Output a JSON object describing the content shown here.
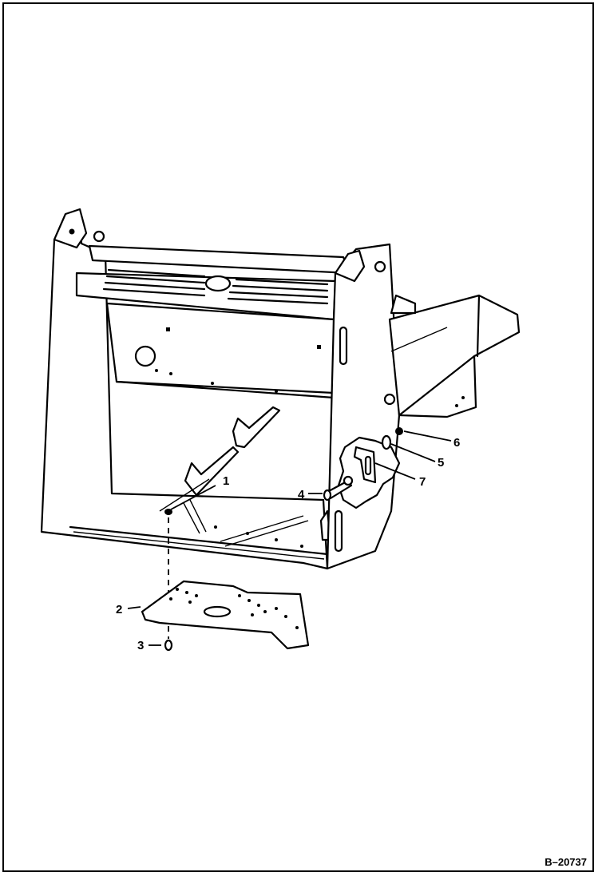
{
  "diagram": {
    "callouts": [
      {
        "id": "1",
        "label": "1"
      },
      {
        "id": "2",
        "label": "2"
      },
      {
        "id": "3",
        "label": "3"
      },
      {
        "id": "4",
        "label": "4"
      },
      {
        "id": "5",
        "label": "5"
      },
      {
        "id": "6",
        "label": "6"
      },
      {
        "id": "7",
        "label": "7"
      }
    ],
    "reference_number": "B–20737"
  }
}
